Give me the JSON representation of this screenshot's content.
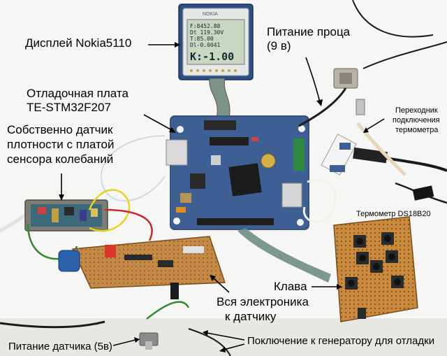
{
  "labels": {
    "display": "Дисплей Nokia5110",
    "power_cpu_1": "Питание проца",
    "power_cpu_2": "(9 в)",
    "debug_board_1": "Отладочная плата",
    "debug_board_2": "TE-STM32F207",
    "sensor_1": "Собственно датчик",
    "sensor_2": "плотности с платой",
    "sensor_3": "сенсора колебаний",
    "adapter_1": "Переходник",
    "adapter_2": "подключения",
    "adapter_3": "термометра",
    "thermometer": "Термометр DS18B20",
    "keyboard": "Клава",
    "electronics_1": "Вся электроника",
    "electronics_2": "к датчику",
    "sensor_power": "Питание датчика (5в)",
    "generator": "Поключение к генератору для отладки"
  },
  "lcd": {
    "brand": "NOKIA",
    "lines": [
      "F:8452.88",
      "Dt 119.30V",
      "T:85.00",
      "Dl-0.0041"
    ],
    "big_line": "K:-1.00"
  },
  "colors": {
    "background": "#ffffff",
    "pcb_blue": "#3e5f93",
    "protoboard": "#c58a45",
    "lcd_screen": "#c9d6c2",
    "text": "#000000"
  }
}
